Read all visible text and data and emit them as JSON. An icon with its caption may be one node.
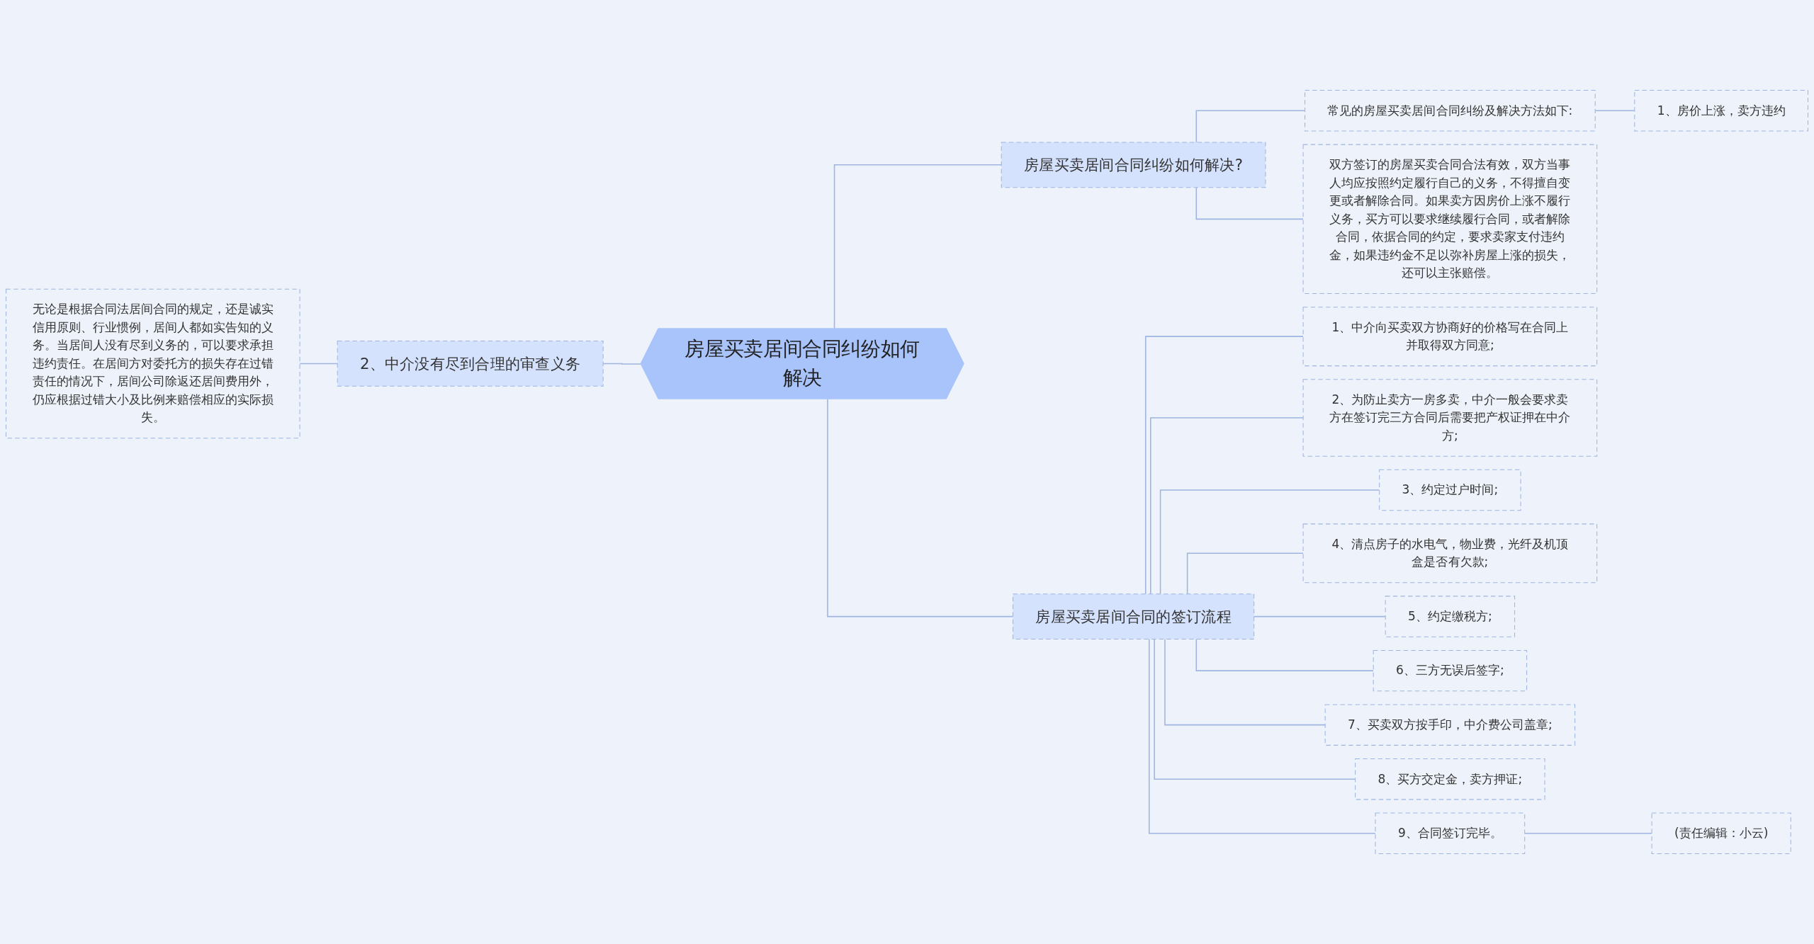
{
  "diagram": {
    "nodes": [
      {
        "text": [
          "房屋买卖居间合同纠纷如何解决"
        ]
      },
      {
        "text": [
          "房屋买卖居间合同纠纷如何解决?"
        ]
      },
      {
        "text": [
          "常见的房屋买卖居间合同纠纷及解决方法如下:"
        ]
      },
      {
        "text": [
          "1、房价上涨，卖方违约"
        ]
      },
      {
        "text": [
          "双方签订的房屋买卖合同合法有效，双方当事人均应按照约定履行自己的义务，不得擅自变更或者解除合同。如果卖方因房价上涨不履行义务，买方可以要求继续履行合同，或者解除合同，依据合同的约定，要求卖家支付违约金，如果违约金不足以弥补房屋上涨的损失，还可以主张赔偿。"
        ]
      },
      {
        "text": [
          "房屋买卖居间合同的签订流程"
        ]
      },
      {
        "text": [
          "1、中介向买卖双方协商好的价格写在合同上并取得双方同意;"
        ]
      },
      {
        "text": [
          "2、为防止卖方一房多卖，中介一般会要求卖方在签订完三方合同后需要把产权证押在中介方;"
        ]
      },
      {
        "text": [
          "3、约定过户时间;"
        ]
      },
      {
        "text": [
          "4、清点房子的水电气，物业费，光纤及机顶盒是否有欠款;"
        ]
      },
      {
        "text": [
          "5、约定缴税方;"
        ]
      },
      {
        "text": [
          "6、三方无误后签字;"
        ]
      },
      {
        "text": [
          "7、买卖双方按手印，中介费公司盖章;"
        ]
      },
      {
        "text": [
          "8、买方交定金，卖方押证;"
        ]
      },
      {
        "text": [
          "9、合同签订完毕。"
        ]
      },
      {
        "text": [
          "(责任编辑：小云)"
        ]
      },
      {
        "text": [
          "2、中介没有尽到合理的审查义务"
        ]
      },
      {
        "text": [
          "无论是根据合同法居间合同的规定，还是诚实信用原则、行业惯例，居间人都如实告知的义务。当居间人没有尽到义务的，可以要求承担违约责任。在居间方对委托方的损失存在过错责任的情况下，居间公司除返还居间费用外，仍应根据过错大小及比例来赔偿相应的实际损失。"
        ]
      }
    ],
    "edges": [
      {
        "from": 0,
        "to": 1,
        "arrow": "none"
      },
      {
        "from": 1,
        "to": 2,
        "arrow": "none"
      },
      {
        "from": 2,
        "to": 3,
        "arrow": "none"
      },
      {
        "from": 1,
        "to": 4,
        "arrow": "none"
      },
      {
        "from": 0,
        "to": 5,
        "arrow": "none"
      },
      {
        "from": 5,
        "to": 6,
        "arrow": "none"
      },
      {
        "from": 5,
        "to": 7,
        "arrow": "none"
      },
      {
        "from": 5,
        "to": 8,
        "arrow": "none"
      },
      {
        "from": 5,
        "to": 9,
        "arrow": "none"
      },
      {
        "from": 5,
        "to": 10,
        "arrow": "none"
      },
      {
        "from": 5,
        "to": 11,
        "arrow": "none"
      },
      {
        "from": 5,
        "to": 12,
        "arrow": "none"
      },
      {
        "from": 5,
        "to": 13,
        "arrow": "none"
      },
      {
        "from": 5,
        "to": 14,
        "arrow": "none"
      },
      {
        "from": 14,
        "to": 15,
        "arrow": "none"
      },
      {
        "from": 0,
        "to": 16,
        "arrow": "none"
      },
      {
        "from": 16,
        "to": 17,
        "arrow": "none"
      }
    ]
  }
}
